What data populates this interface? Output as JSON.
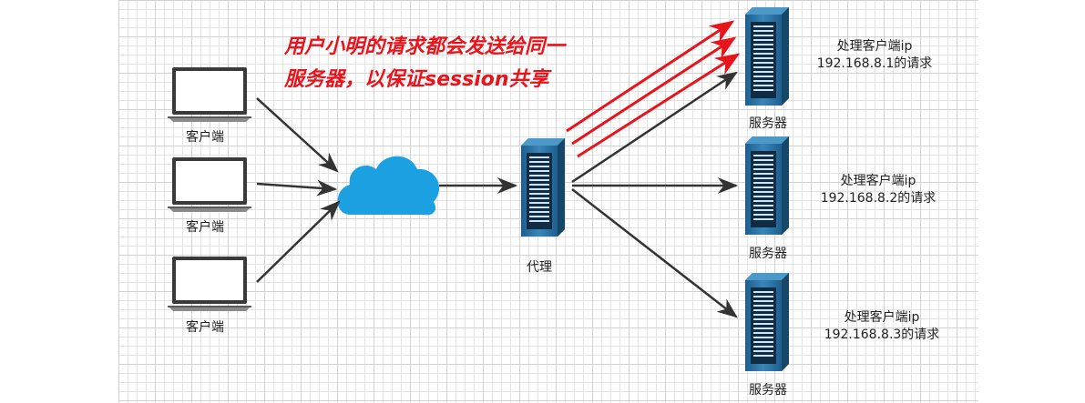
{
  "diagram": {
    "callout": {
      "line1": "用户小明的请求都会发送给同一",
      "line2": "服务器，以保证session共享",
      "color": "#e8141c"
    },
    "clients": [
      {
        "label": "客户端"
      },
      {
        "label": "客户端"
      },
      {
        "label": "客户端"
      }
    ],
    "proxy": {
      "label": "代理"
    },
    "servers": [
      {
        "label": "服务器",
        "note_line1": "处理客户端ip",
        "note_line2": "192.168.8.1的请求"
      },
      {
        "label": "服务器",
        "note_line1": "处理客户端ip",
        "note_line2": "192.168.8.2的请求"
      },
      {
        "label": "服务器",
        "note_line1": "处理客户端ip",
        "note_line2": "192.168.8.3的请求"
      }
    ],
    "colors": {
      "cloud": "#1ba1e2",
      "server_body": "#2a6fa0",
      "arrow": "#333333",
      "highlight_arrow": "#e8141c"
    }
  }
}
